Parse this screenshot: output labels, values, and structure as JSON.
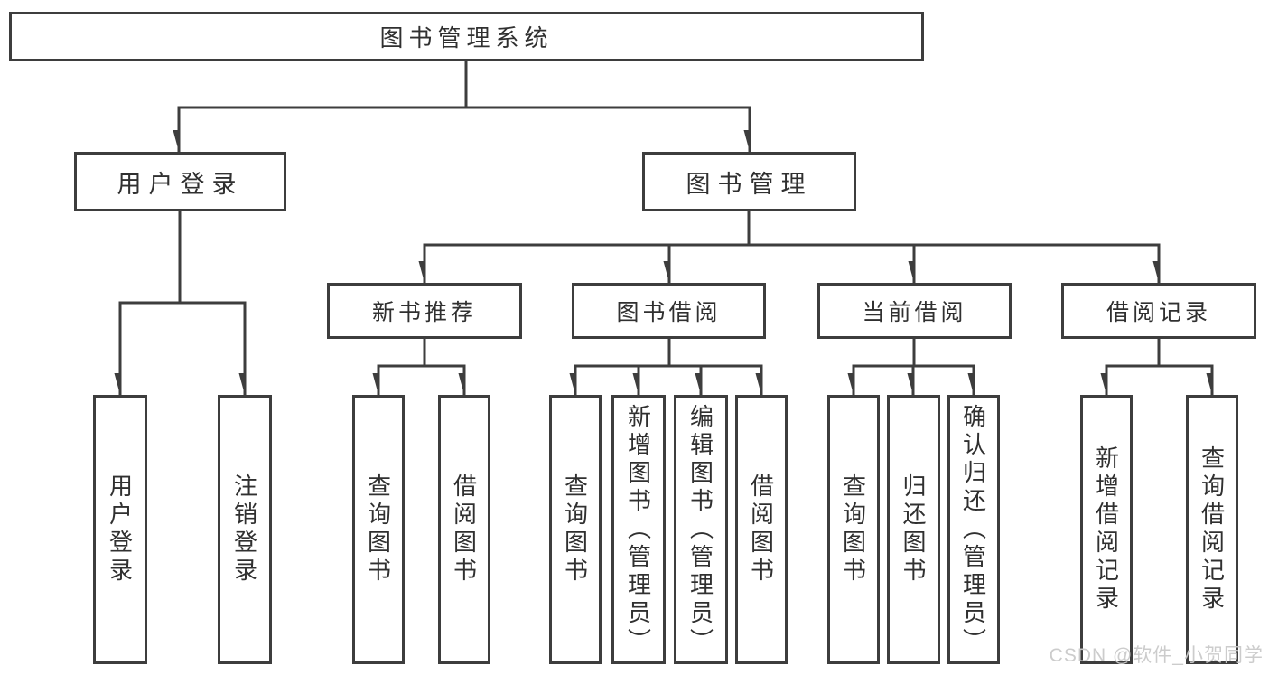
{
  "diagram": {
    "title": "图书管理系统",
    "branches": [
      {
        "label": "用户登录",
        "children": [
          {
            "label": "用户登录"
          },
          {
            "label": "注销登录"
          }
        ]
      },
      {
        "label": "图书管理",
        "children": [
          {
            "label": "新书推荐",
            "children": [
              {
                "label": "查询图书"
              },
              {
                "label": "借阅图书"
              }
            ]
          },
          {
            "label": "图书借阅",
            "children": [
              {
                "label": "查询图书"
              },
              {
                "label": "新增图书（管理员）"
              },
              {
                "label": "编辑图书（管理员）"
              },
              {
                "label": "借阅图书"
              }
            ]
          },
          {
            "label": "当前借阅",
            "children": [
              {
                "label": "查询图书"
              },
              {
                "label": "归还图书"
              },
              {
                "label": "确认归还（管理员）"
              }
            ]
          },
          {
            "label": "借阅记录",
            "children": [
              {
                "label": "新增借阅记录"
              },
              {
                "label": "查询借阅记录"
              }
            ]
          }
        ]
      }
    ],
    "line_color": "#3d3d3d"
  },
  "watermark": {
    "text": "CSDN @软件_小贺同学"
  }
}
